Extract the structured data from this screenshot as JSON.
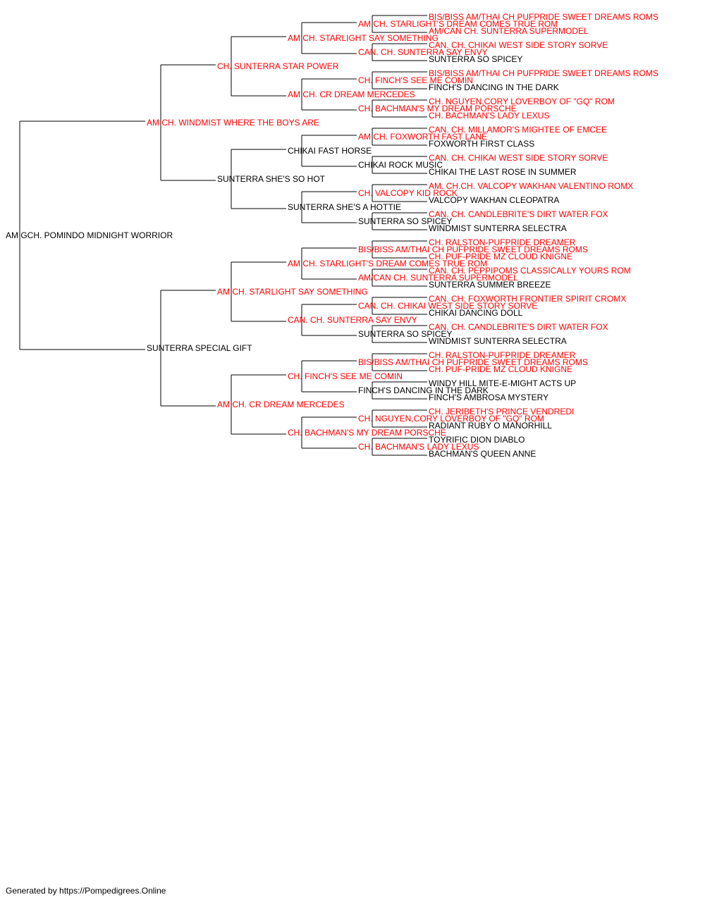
{
  "colors": {
    "champion": "#ff0000",
    "regular": "#000000",
    "lines": "#000000"
  },
  "pedigree": {
    "name": "AM GCH. POMINDO MIDNIGHT WORRIOR",
    "champion": false,
    "sire": {
      "name": "AM CH. WINDMIST WHERE THE BOYS ARE",
      "champion": true,
      "sire": {
        "name": "CH. SUNTERRA STAR POWER",
        "champion": true,
        "sire": {
          "name": "AM CH. STARLIGHT SAY SOMETHING",
          "champion": true,
          "sire": {
            "name": "AM CH. STARLIGHT'S DREAM COMES TRUE ROM",
            "champion": true,
            "sire": {
              "name": "BIS/BISS AM/THAI CH PUFPRIDE SWEET DREAMS ROMS",
              "champion": true
            },
            "dam": {
              "name": "AM/CAN CH. SUNTERRA SUPERMODEL",
              "champion": true
            }
          },
          "dam": {
            "name": "CAN. CH. SUNTERRA SAY ENVY",
            "champion": true,
            "sire": {
              "name": "CAN. CH. CHIKAI WEST SIDE STORY SORVE",
              "champion": true
            },
            "dam": {
              "name": "SUNTERRA SO SPICEY",
              "champion": false
            }
          }
        },
        "dam": {
          "name": "AM CH. CR DREAM MERCEDES",
          "champion": true,
          "sire": {
            "name": "CH. FINCH'S SEE ME COMIN",
            "champion": true,
            "sire": {
              "name": "BIS/BISS AM/THAI CH PUFPRIDE SWEET DREAMS ROMS",
              "champion": true
            },
            "dam": {
              "name": "FINCH'S DANCING IN THE DARK",
              "champion": false
            }
          },
          "dam": {
            "name": "CH. BACHMAN'S MY DREAM PORSCHE",
            "champion": true,
            "sire": {
              "name": "CH. NGUYEN,CORY LOVERBOY OF \"GQ\" ROM",
              "champion": true
            },
            "dam": {
              "name": "CH. BACHMAN'S LADY LEXUS",
              "champion": true
            }
          }
        }
      },
      "dam": {
        "name": "SUNTERRA SHE'S SO HOT",
        "champion": false,
        "sire": {
          "name": "CHIKAI FAST HORSE",
          "champion": false,
          "sire": {
            "name": "AM CH. FOXWORTH FAST LANE",
            "champion": true,
            "sire": {
              "name": "CAN. CH. MILLAMOR'S MIGHTEE OF EMCEE",
              "champion": true
            },
            "dam": {
              "name": "FOXWORTH FIRST CLASS",
              "champion": false
            }
          },
          "dam": {
            "name": "CHIKAI ROCK MUSIC",
            "champion": false,
            "sire": {
              "name": "CAN. CH. CHIKAI WEST SIDE STORY SORVE",
              "champion": true
            },
            "dam": {
              "name": "CHIKAI THE LAST ROSE IN SUMMER",
              "champion": false
            }
          }
        },
        "dam": {
          "name": "SUNTERRA SHE'S A HOTTIE",
          "champion": false,
          "sire": {
            "name": "CH. VALCOPY KID ROCK",
            "champion": true,
            "sire": {
              "name": "AM. CH.CH. VALCOPY WAKHAN VALENTINO ROMX",
              "champion": true
            },
            "dam": {
              "name": "VALCOPY WAKHAN CLEOPATRA",
              "champion": false
            }
          },
          "dam": {
            "name": "SUNTERRA SO SPICEY",
            "champion": false,
            "sire": {
              "name": "CAN. CH. CANDLEBRITE'S DIRT WATER FOX",
              "champion": true
            },
            "dam": {
              "name": "WINDMIST SUNTERRA SELECTRA",
              "champion": false
            }
          }
        }
      }
    },
    "dam": {
      "name": "SUNTERRA SPECIAL GIFT",
      "champion": false,
      "sire": {
        "name": "AM CH. STARLIGHT SAY SOMETHING",
        "champion": true,
        "sire": {
          "name": "AM CH. STARLIGHT'S DREAM COMES TRUE ROM",
          "champion": true,
          "sire": {
            "name": "BIS/BISS AM/THAI CH PUFPRIDE SWEET DREAMS ROMS",
            "champion": true,
            "sire": {
              "name": "CH. RALSTON-PUFPRIDE DREAMER",
              "champion": true
            },
            "dam": {
              "name": "CH. PUF-PRIDE MZ CLOUD KNIGNE",
              "champion": true
            }
          },
          "dam": {
            "name": "AM/CAN CH. SUNTERRA SUPERMODEL",
            "champion": true,
            "sire": {
              "name": "CAN. CH. PEPPIPOMS CLASSICALLY YOURS ROM",
              "champion": true
            },
            "dam": {
              "name": "SUNTERRA SUMMER BREEZE",
              "champion": false
            }
          }
        },
        "dam": {
          "name": "CAN. CH. SUNTERRA SAY ENVY",
          "champion": true,
          "sire": {
            "name": "CAN. CH. CHIKAI WEST SIDE STORY SORVE",
            "champion": true,
            "sire": {
              "name": "CAN. CH. FOXWORTH FRONTIER SPIRIT CROMX",
              "champion": true
            },
            "dam": {
              "name": "CHIKAI DANCING DOLL",
              "champion": false
            }
          },
          "dam": {
            "name": "SUNTERRA SO SPICEY",
            "champion": false,
            "sire": {
              "name": "CAN. CH. CANDLEBRITE'S DIRT WATER FOX",
              "champion": true
            },
            "dam": {
              "name": "WINDMIST SUNTERRA SELECTRA",
              "champion": false
            }
          }
        }
      },
      "dam": {
        "name": "AM CH. CR DREAM MERCEDES",
        "champion": true,
        "sire": {
          "name": "CH. FINCH'S SEE ME COMIN",
          "champion": true,
          "sire": {
            "name": "BIS/BISS AM/THAI CH PUFPRIDE SWEET DREAMS ROMS",
            "champion": true,
            "sire": {
              "name": "CH. RALSTON-PUFPRIDE DREAMER",
              "champion": true
            },
            "dam": {
              "name": "CH. PUF-PRIDE MZ CLOUD KNIGNE",
              "champion": true
            }
          },
          "dam": {
            "name": "FINCH'S DANCING IN THE DARK",
            "champion": false,
            "sire": {
              "name": "WINDY HILL MITE-E-MIGHT ACTS UP",
              "champion": false
            },
            "dam": {
              "name": "FINCH'S AMBROSA MYSTERY",
              "champion": false
            }
          }
        },
        "dam": {
          "name": "CH. BACHMAN'S MY DREAM PORSCHE",
          "champion": true,
          "sire": {
            "name": "CH. NGUYEN,CORY LOVERBOY OF \"GQ\" ROM",
            "champion": true,
            "sire": {
              "name": "CH. JERIBETH'S PRINCE VENDREDI",
              "champion": true
            },
            "dam": {
              "name": "RADIANT RUBY O MANORHILL",
              "champion": false
            }
          },
          "dam": {
            "name": "CH. BACHMAN'S LADY LEXUS",
            "champion": true,
            "sire": {
              "name": "TOYRIFIC DION DIABLO",
              "champion": false
            },
            "dam": {
              "name": "BACHMAN'S QUEEN ANNE",
              "champion": false
            }
          }
        }
      }
    }
  },
  "footer": {
    "text": "Generated by https://Pompedigrees.Online"
  }
}
